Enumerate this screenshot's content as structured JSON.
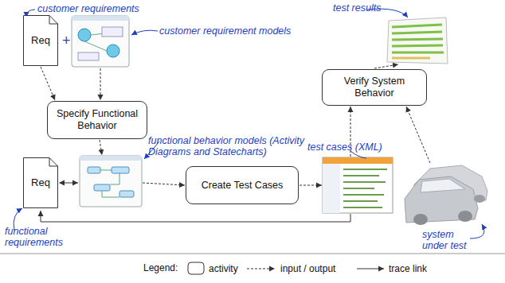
{
  "diagram": {
    "nodes": [
      {
        "text": [
          "Req"
        ]
      },
      {
        "text": [
          "Specify Functional Behavior"
        ]
      },
      {
        "text": [
          "Verify System Behavior"
        ]
      },
      {
        "text": [
          "Req"
        ]
      },
      {
        "text": [
          "Create Test Cases"
        ]
      }
    ],
    "edges": [
      {
        "from": 0,
        "to": 1,
        "arrow": "to"
      }
    ],
    "labels": [
      "customer requirements",
      "customer requirement models",
      "functional behavior models (Activity Diagrams and Statecharts)",
      "test cases (XML)",
      "test results",
      "functional requirements",
      "system under test",
      "Legend:"
    ],
    "legend": [
      {
        "text": "activity"
      },
      {
        "text": "input / output"
      },
      {
        "text": "trace link"
      }
    ]
  }
}
